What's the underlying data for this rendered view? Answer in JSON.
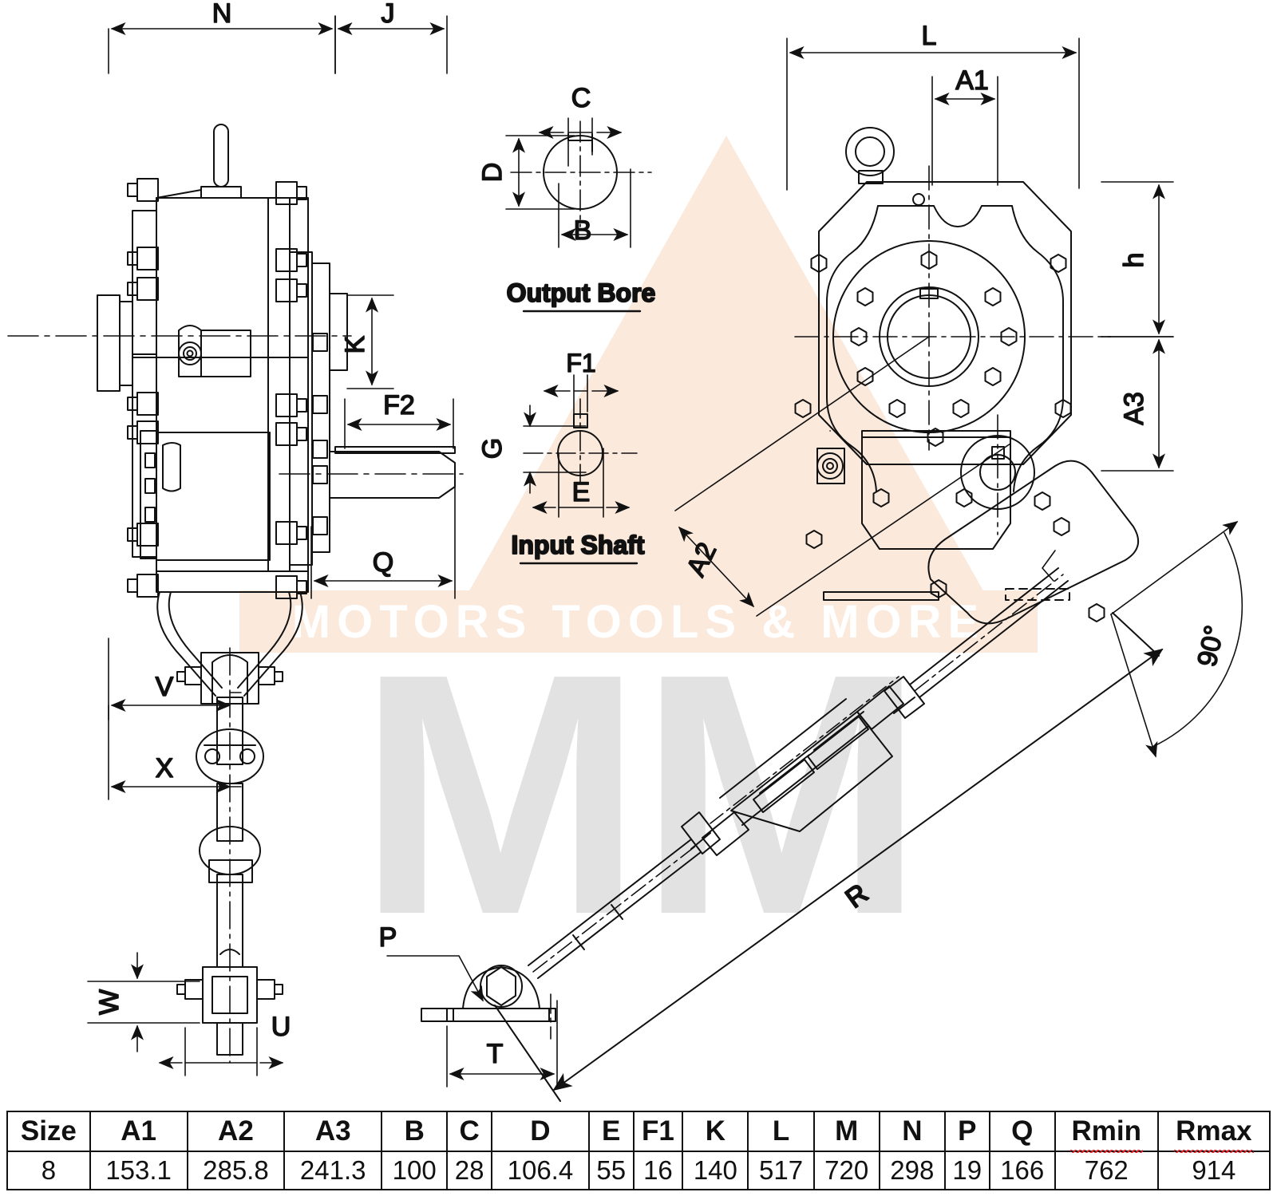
{
  "drawing": {
    "title_labels": {
      "output_bore": "Output Bore",
      "input_shaft": "Input Shaft"
    },
    "dimension_labels": {
      "N": "N",
      "J": "J",
      "K": "K",
      "F2": "F2",
      "Q": "Q",
      "V": "V",
      "X": "X",
      "W": "W",
      "U": "U",
      "C": "C",
      "D": "D",
      "B": "B",
      "F1": "F1",
      "G": "G",
      "E": "E",
      "L": "L",
      "A1": "A1",
      "A2": "A2",
      "A3": "A3",
      "h": "h",
      "P": "P",
      "T": "T",
      "R": "R",
      "angle_90": "90°"
    },
    "watermark": {
      "tagline": "MOTORS TOOLS & MORE",
      "monogram": "MM",
      "triangle_color": "#fbe9dc",
      "band_color": "#fbe9dc",
      "tagline_color": "#ffffff",
      "monogram_color": "#e2e2e2"
    },
    "line_color": "#111111"
  },
  "spec_table": {
    "headers": [
      "Size",
      "A1",
      "A2",
      "A3",
      "B",
      "C",
      "D",
      "E",
      "F1",
      "K",
      "L",
      "M",
      "N",
      "P",
      "Q",
      "Rmin",
      "Rmax"
    ],
    "spellchecked": [
      "Rmin",
      "Rmax"
    ],
    "rows": [
      [
        "8",
        "153.1",
        "285.8",
        "241.3",
        "100",
        "28",
        "106.4",
        "55",
        "16",
        "140",
        "517",
        "720",
        "298",
        "19",
        "166",
        "762",
        "914"
      ]
    ],
    "spellcheck_color": "#e8262a"
  }
}
